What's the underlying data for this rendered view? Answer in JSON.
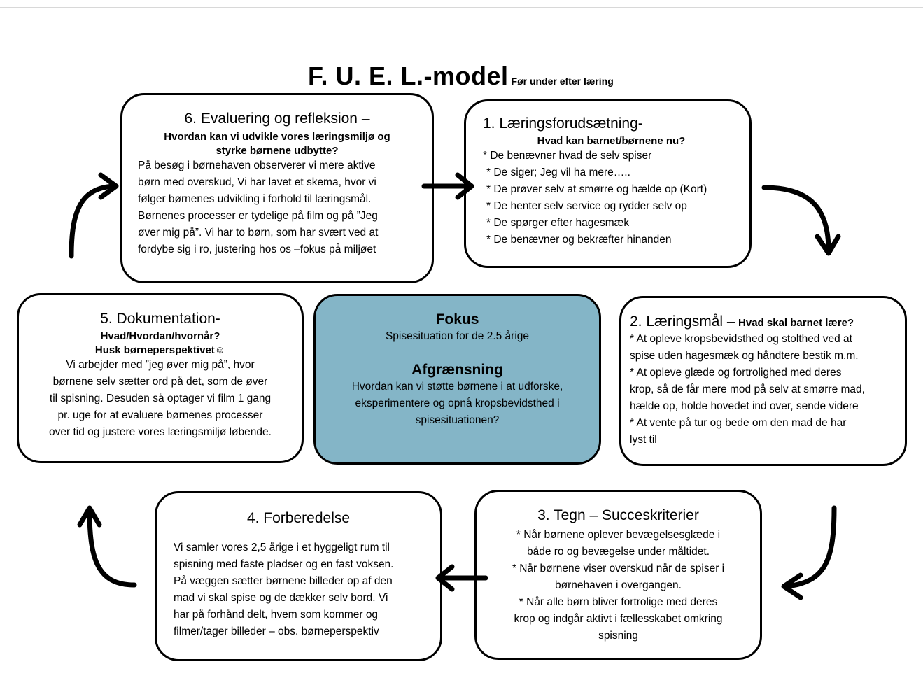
{
  "title": {
    "main": "F. U. E. L.-model",
    "sub": "Før under efter læring"
  },
  "boxes": {
    "b6": {
      "heading": "6. Evaluering og refleksion –",
      "question1": "Hvordan kan vi udvikle vores læringsmiljø og",
      "question2": "styrke børnene udbytte?",
      "lines": [
        "På besøg i børnehaven observerer vi mere aktive",
        "børn med overskud, Vi har lavet et skema, hvor vi",
        "følger børnenes udvikling i forhold til læringsmål.",
        "Børnenes processer er tydelige på film og på ”Jeg",
        "øver mig på”. Vi har to børn, som har svært ved at",
        "fordybe sig i ro, justering hos os –fokus på miljøet"
      ]
    },
    "b1": {
      "heading": "1. Læringsforudsætning-",
      "question": "Hvad kan barnet/børnene nu?",
      "lines": [
        "* De benævner hvad de selv spiser",
        "* De siger; Jeg vil ha mere…..",
        "* De prøver selv at smørre og hælde op (Kort)",
        "* De henter selv service og rydder selv op",
        "* De spørger efter hagesmæk",
        "* De benævner og bekræfter hinanden"
      ]
    },
    "b5": {
      "heading": "5. Dokumentation-",
      "question1": "Hvad/Hvordan/hvornår?",
      "question2": "Husk børneperspektivet☺",
      "lines": [
        "Vi arbejder med ”jeg øver mig på”, hvor",
        "børnene selv sætter ord på det, som de øver",
        "til spisning. Desuden så optager vi film 1 gang",
        "pr. uge for at evaluere børnenes processer",
        "over tid og justere vores læringsmiljø løbende."
      ]
    },
    "focus": {
      "heading": "Fokus",
      "text": "Spisesituation for de 2.5 årige",
      "heading2": "Afgrænsning",
      "lines": [
        "Hvordan kan vi støtte børnene i at udforske,",
        "eksperimentere og opnå kropsbevidsthed i",
        "spisesituationen?"
      ]
    },
    "b2": {
      "heading": "2. Læringsmål –",
      "question": "Hvad skal barnet lære?",
      "lines": [
        "* At opleve kropsbevidsthed og stolthed ved at",
        "spise uden hagesmæk og håndtere bestik m.m.",
        "* At opleve glæde og fortrolighed med deres",
        "krop, så de får mere mod på selv at smørre mad,",
        "hælde op, holde hovedet ind over, sende videre",
        "* At vente på tur og bede om den mad de har",
        "lyst til"
      ]
    },
    "b4": {
      "heading": "4. Forberedelse",
      "lines": [
        "Vi samler vores 2,5 årige i et hyggeligt rum til",
        "spisning med faste pladser og en fast voksen.",
        "På væggen sætter børnene billeder op af den",
        "mad vi skal spise og de dækker selv bord. Vi",
        "har på forhånd delt, hvem som kommer og",
        "filmer/tager billeder – obs. børneperspektiv"
      ]
    },
    "b3": {
      "heading": "3. Tegn – Succeskriterier",
      "lines": [
        "* Når børnene oplever bevægelsesglæde i",
        "både ro og bevægelse under måltidet.",
        "* Når børnene viser overskud når de spiser i",
        "børnehaven i overgangen.",
        "* Når alle børn bliver fortrolige med deres",
        "krop og indgår aktivt i fællesskabet omkring",
        "spisning"
      ]
    }
  },
  "colors": {
    "focus_fill": "#84b5c7",
    "stroke": "#000000"
  }
}
